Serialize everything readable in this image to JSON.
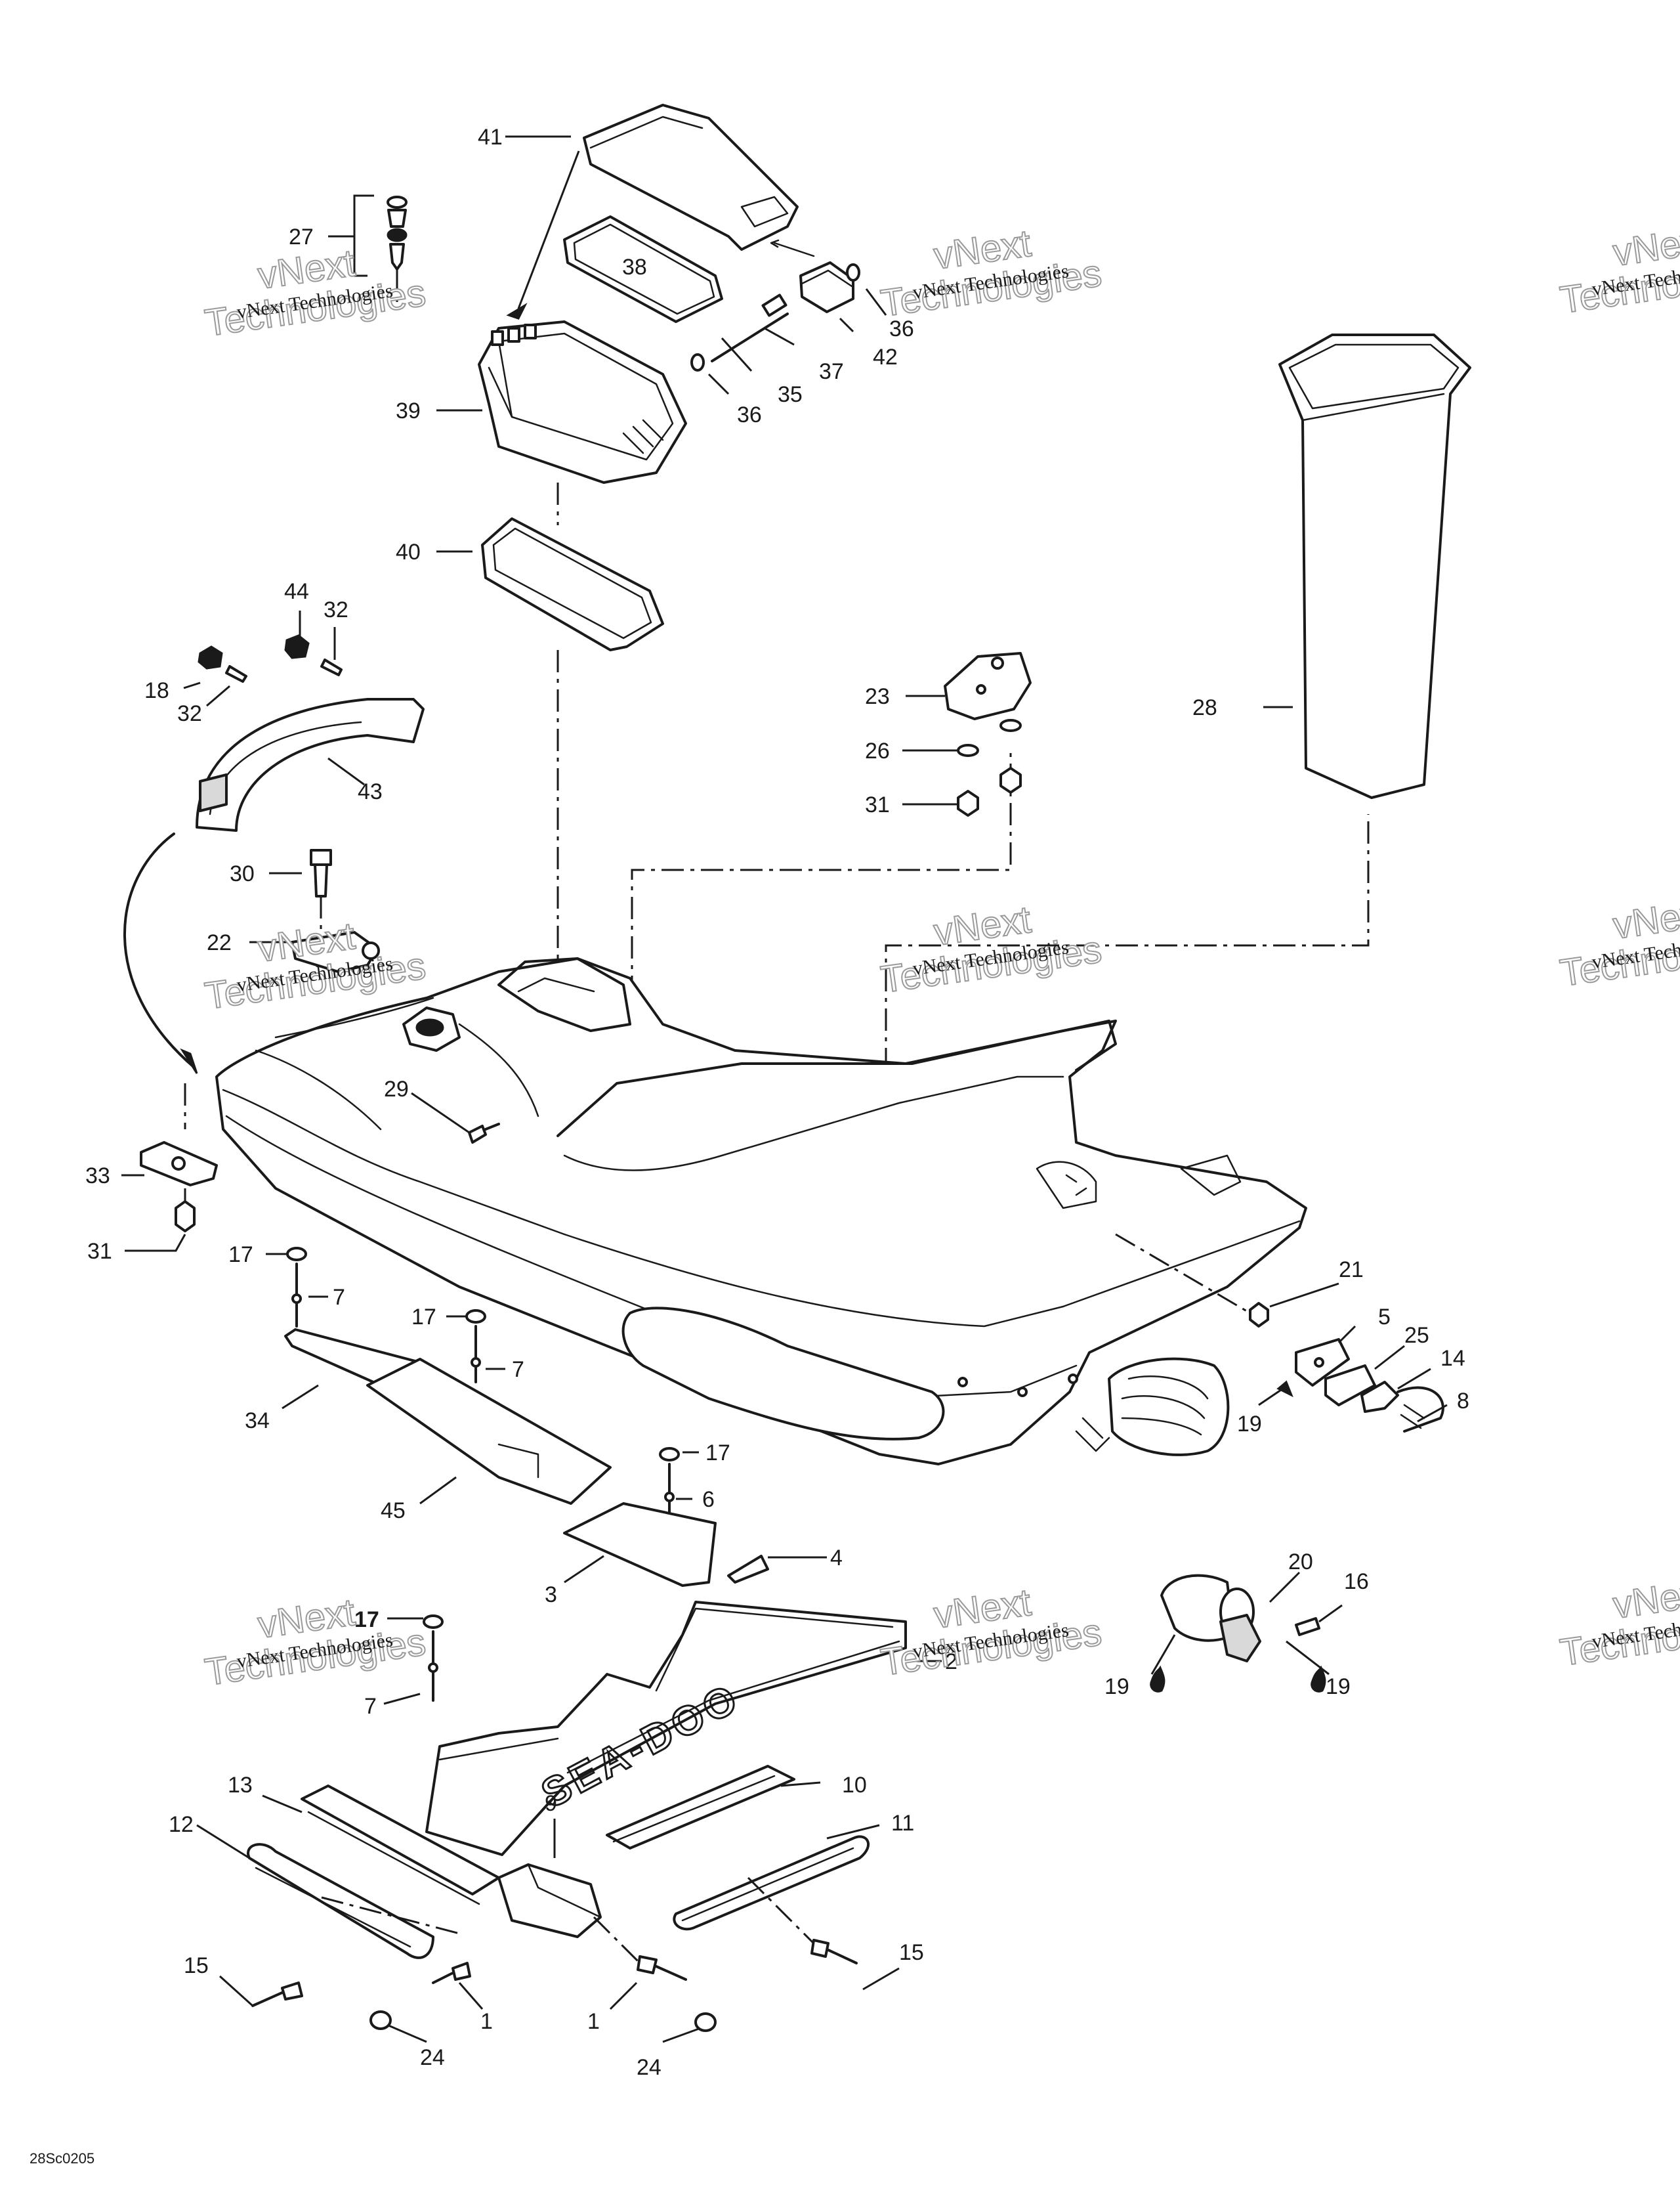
{
  "diagram": {
    "drawing_code": "28Sc0205",
    "brand_mark": "SEA-DOO",
    "watermark": {
      "line1": "vNext Technologies",
      "line2": "Technologies",
      "ghost": "vNext"
    },
    "callouts": [
      "1",
      "1",
      "3",
      "4",
      "5",
      "6",
      "7",
      "7",
      "7",
      "8",
      "9",
      "10",
      "11",
      "12",
      "13",
      "14",
      "15",
      "15",
      "16",
      "17",
      "17",
      "17",
      "17",
      "18",
      "19",
      "19",
      "19",
      "20",
      "21",
      "22",
      "23",
      "24",
      "24",
      "25",
      "26",
      "27",
      "28",
      "29",
      "30",
      "31",
      "31",
      "32",
      "32",
      "33",
      "34",
      "35",
      "36",
      "36",
      "37",
      "38",
      "39",
      "40",
      "41",
      "42",
      "43",
      "44",
      "45"
    ]
  }
}
